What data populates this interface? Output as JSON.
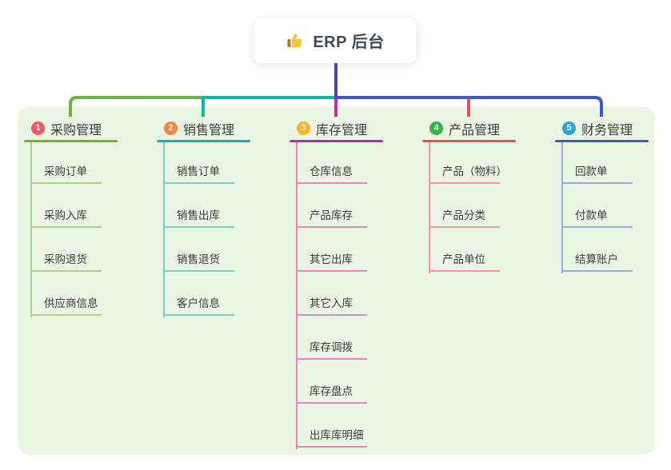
{
  "root": {
    "title": "ERP 后台",
    "icon": "thumbs-up-icon"
  },
  "colors": {
    "root-line": "#3f4bb0",
    "panel-bg": "#eaf5e4",
    "text": "#3d3d3d",
    "b1": "#6db33c",
    "b1-light": "#a7d489",
    "b1-badge": "#f4566a",
    "b2": "#0eb8a8",
    "b2-light": "#71d1c5",
    "b2-badge": "#f8853b",
    "b3": "#c32d90",
    "b3-light": "#ef83bc",
    "b3-badge": "#fbb321",
    "b4": "#f4495f",
    "b4-light": "#f7949d",
    "b4-badge": "#34b34a",
    "b5": "#3c57c8",
    "b5-light": "#93abe6",
    "b5-badge": "#2aa1e6"
  },
  "branches": [
    {
      "badge": "1",
      "label": "采购管理",
      "items": [
        "采购订单",
        "采购入库",
        "采购退货",
        "供应商信息"
      ]
    },
    {
      "badge": "2",
      "label": "销售管理",
      "items": [
        "销售订单",
        "销售出库",
        "销售退货",
        "客户信息"
      ]
    },
    {
      "badge": "3",
      "label": "库存管理",
      "items": [
        "仓库信息",
        "产品库存",
        "其它出库",
        "其它入库",
        "库存调拨",
        "库存盘点",
        "出库库明细"
      ]
    },
    {
      "badge": "4",
      "label": "产品管理",
      "items": [
        "产品（物料）",
        "产品分类",
        "产品单位"
      ]
    },
    {
      "badge": "5",
      "label": "财务管理",
      "items": [
        "回款单",
        "付款单",
        "结算账户"
      ]
    }
  ]
}
